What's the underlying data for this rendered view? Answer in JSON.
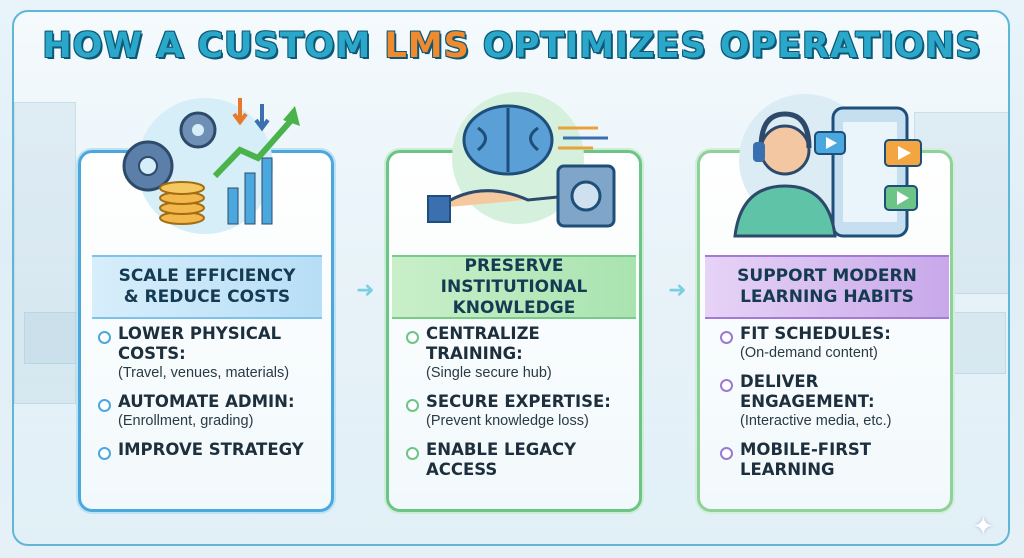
{
  "title": {
    "prefix": "HOW A CUSTOM ",
    "highlight": "LMS",
    "suffix": " OPTIMIZES OPERATIONS"
  },
  "colors": {
    "title_text": "#2aa7c9",
    "title_highlight": "#f08a2e",
    "card1_accent": "#4aa8df",
    "card2_accent": "#6cc486",
    "card3_accent": "#9b79d1"
  },
  "cards": [
    {
      "heading_line1": "SCALE EFFICIENCY",
      "heading_line2": "& REDUCE COSTS",
      "illustration": "gears-coins-growth-chart-icon",
      "items": [
        {
          "head": "LOWER PHYSICAL COSTS:",
          "sub": "(Travel, venues, materials)"
        },
        {
          "head": "AUTOMATE ADMIN:",
          "sub": "(Enrollment, grading)"
        },
        {
          "head": "IMPROVE STRATEGY",
          "sub": ""
        }
      ]
    },
    {
      "heading_line1": "PRESERVE INSTITUTIONAL",
      "heading_line2": "KNOWLEDGE",
      "illustration": "brain-hand-vault-icon",
      "items": [
        {
          "head": "CENTRALIZE TRAINING:",
          "sub": "(Single secure hub)"
        },
        {
          "head": "SECURE EXPERTISE:",
          "sub": "(Prevent knowledge loss)"
        },
        {
          "head": "ENABLE LEGACY ACCESS",
          "sub": ""
        }
      ]
    },
    {
      "heading_line1": "SUPPORT MODERN",
      "heading_line2": "LEARNING HABITS",
      "illustration": "learner-headphones-mobile-icon",
      "items": [
        {
          "head": "FIT SCHEDULES:",
          "sub": "(On-demand content)"
        },
        {
          "head": "DELIVER ENGAGEMENT:",
          "sub": "(Interactive media, etc.)"
        },
        {
          "head": "MOBILE-FIRST LEARNING",
          "sub": ""
        }
      ]
    }
  ]
}
